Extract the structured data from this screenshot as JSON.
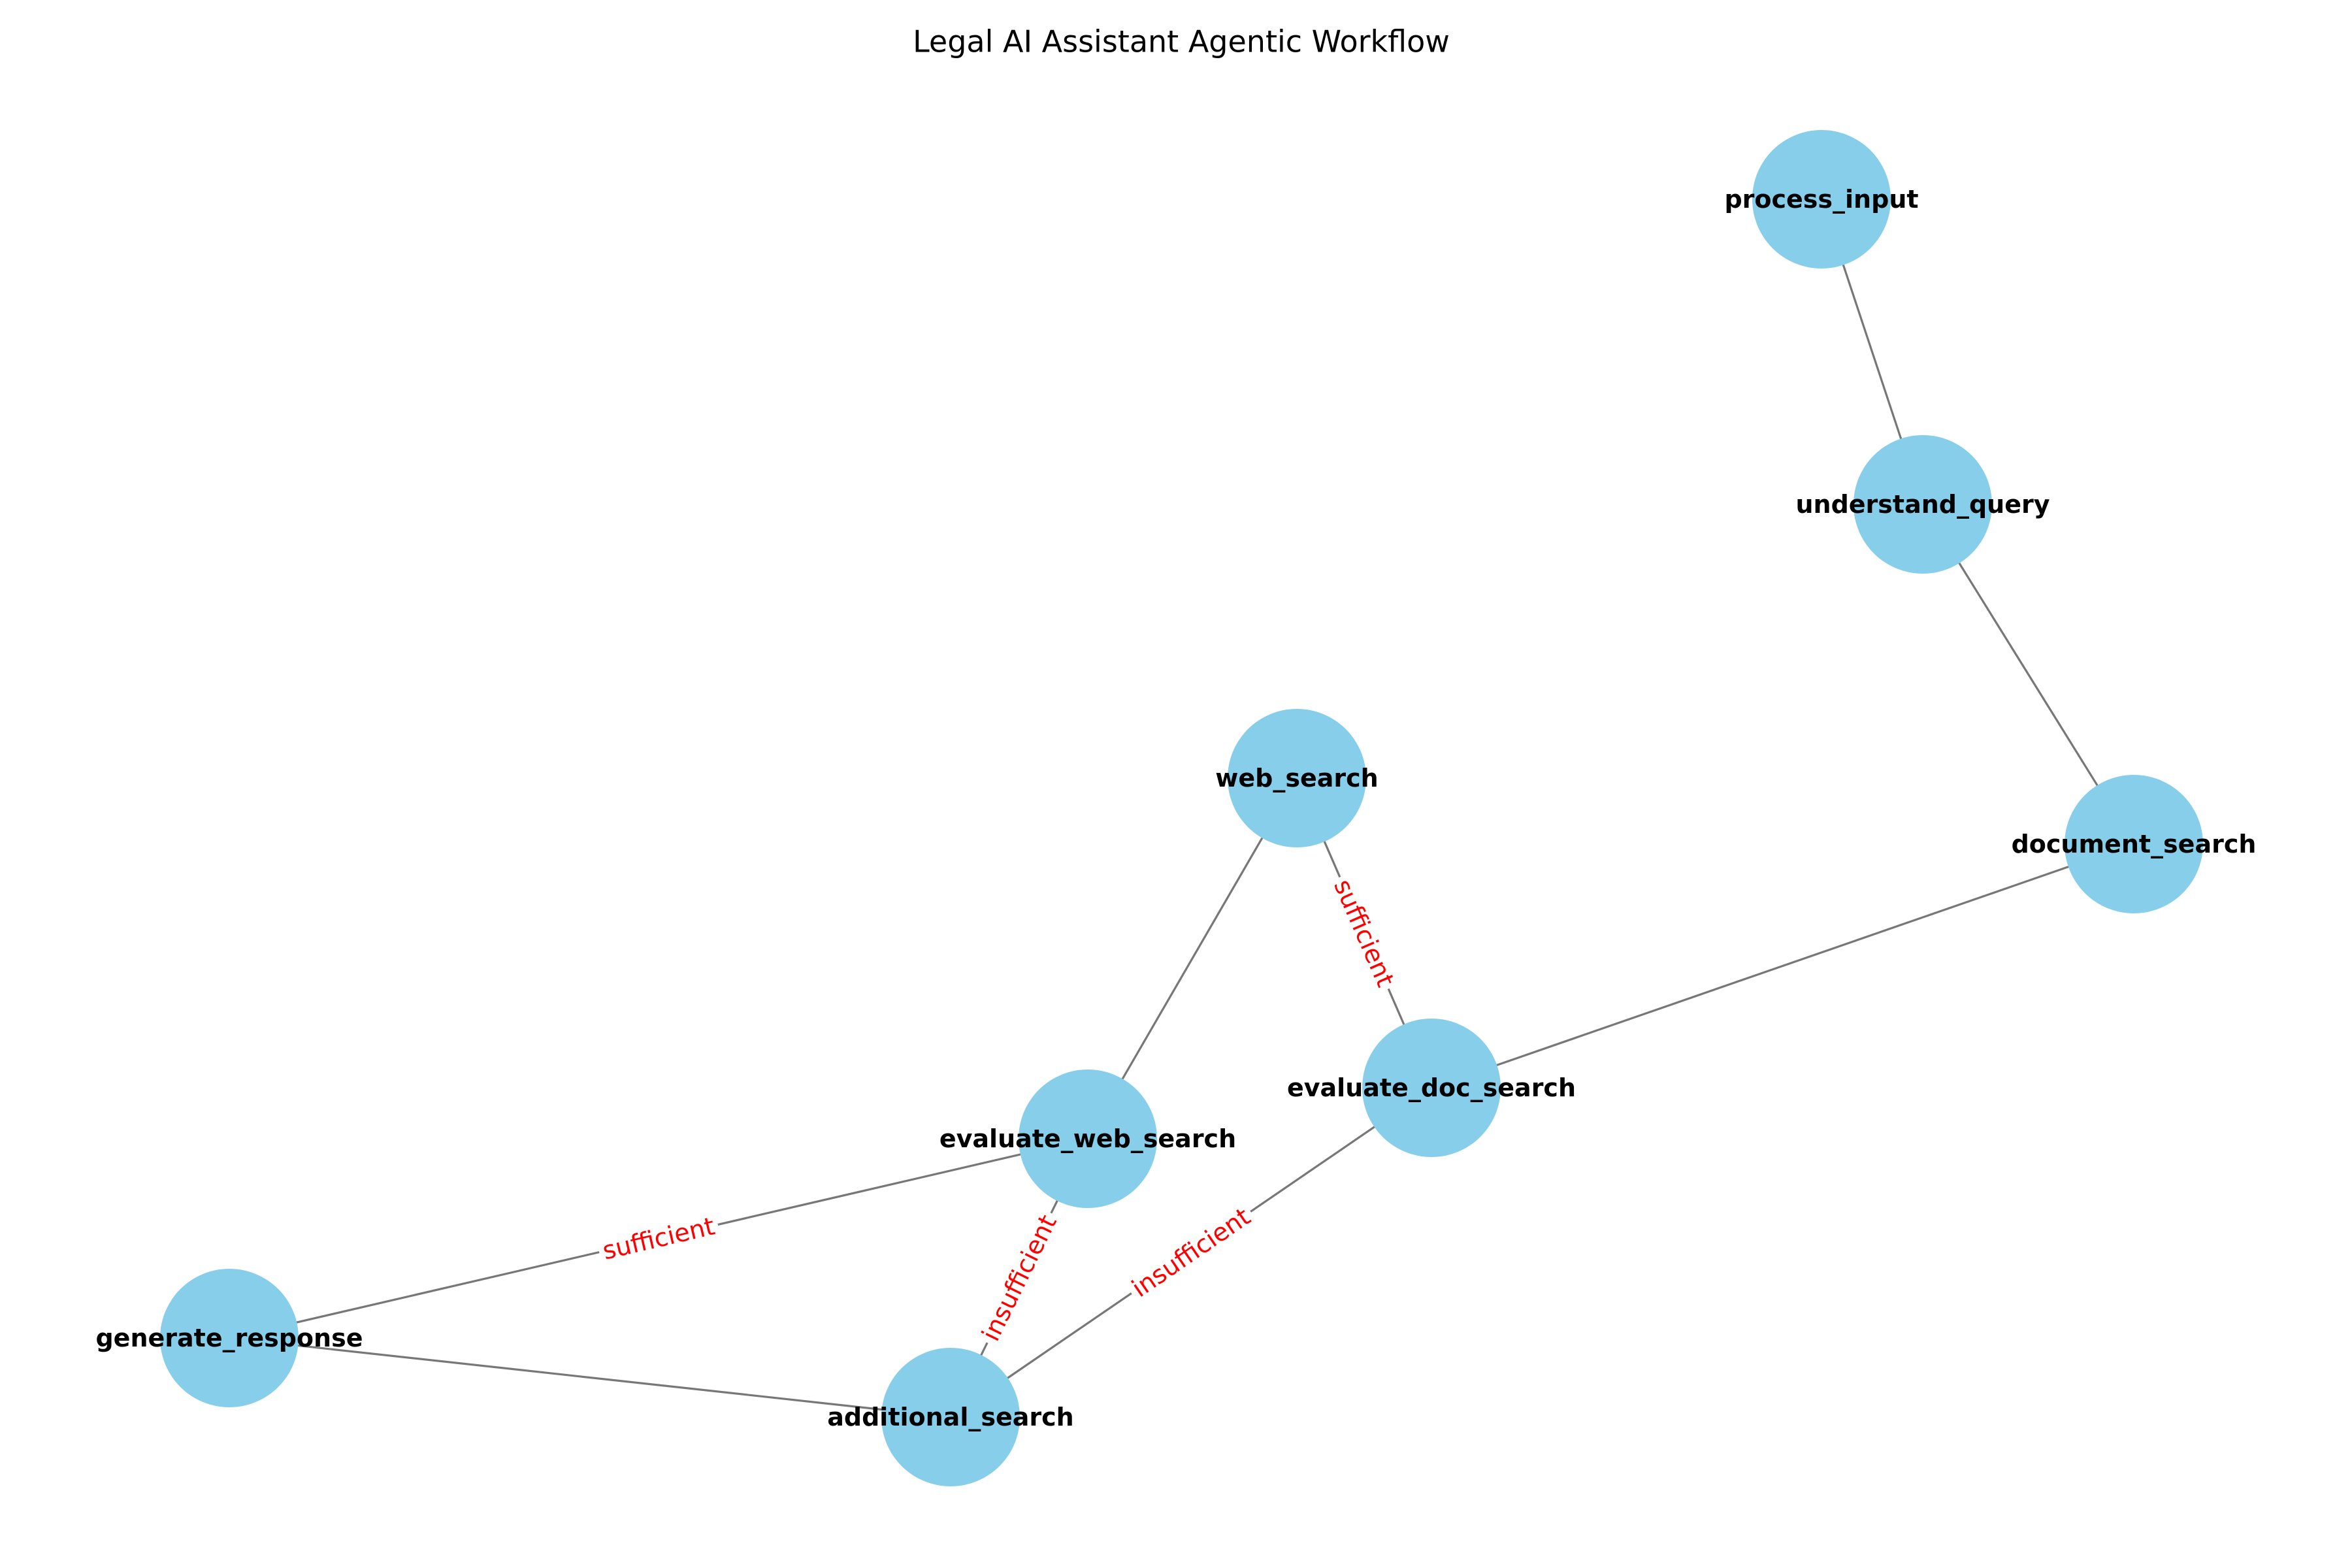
{
  "title": "Legal AI Assistant Agentic Workflow",
  "colors": {
    "node_fill": "#87ceeb",
    "edge_stroke": "#777777",
    "edge_label": "#ff0000",
    "label_text": "#000000"
  },
  "nodes": [
    {
      "id": "process_input",
      "label": "process_input"
    },
    {
      "id": "understand_query",
      "label": "understand_query"
    },
    {
      "id": "document_search",
      "label": "document_search"
    },
    {
      "id": "web_search",
      "label": "web_search"
    },
    {
      "id": "evaluate_doc_search",
      "label": "evaluate_doc_search"
    },
    {
      "id": "evaluate_web_search",
      "label": "evaluate_web_search"
    },
    {
      "id": "generate_response",
      "label": "generate_response"
    },
    {
      "id": "additional_search",
      "label": "additional_search"
    }
  ],
  "edges": [
    {
      "source": "process_input",
      "target": "understand_query",
      "label": ""
    },
    {
      "source": "understand_query",
      "target": "document_search",
      "label": ""
    },
    {
      "source": "document_search",
      "target": "evaluate_doc_search",
      "label": ""
    },
    {
      "source": "web_search",
      "target": "evaluate_doc_search",
      "label": "sufficient"
    },
    {
      "source": "web_search",
      "target": "evaluate_web_search",
      "label": ""
    },
    {
      "source": "evaluate_doc_search",
      "target": "additional_search",
      "label": "insufficient"
    },
    {
      "source": "evaluate_web_search",
      "target": "additional_search",
      "label": "insufficient"
    },
    {
      "source": "evaluate_web_search",
      "target": "generate_response",
      "label": "sufficient"
    },
    {
      "source": "generate_response",
      "target": "additional_search",
      "label": ""
    }
  ]
}
